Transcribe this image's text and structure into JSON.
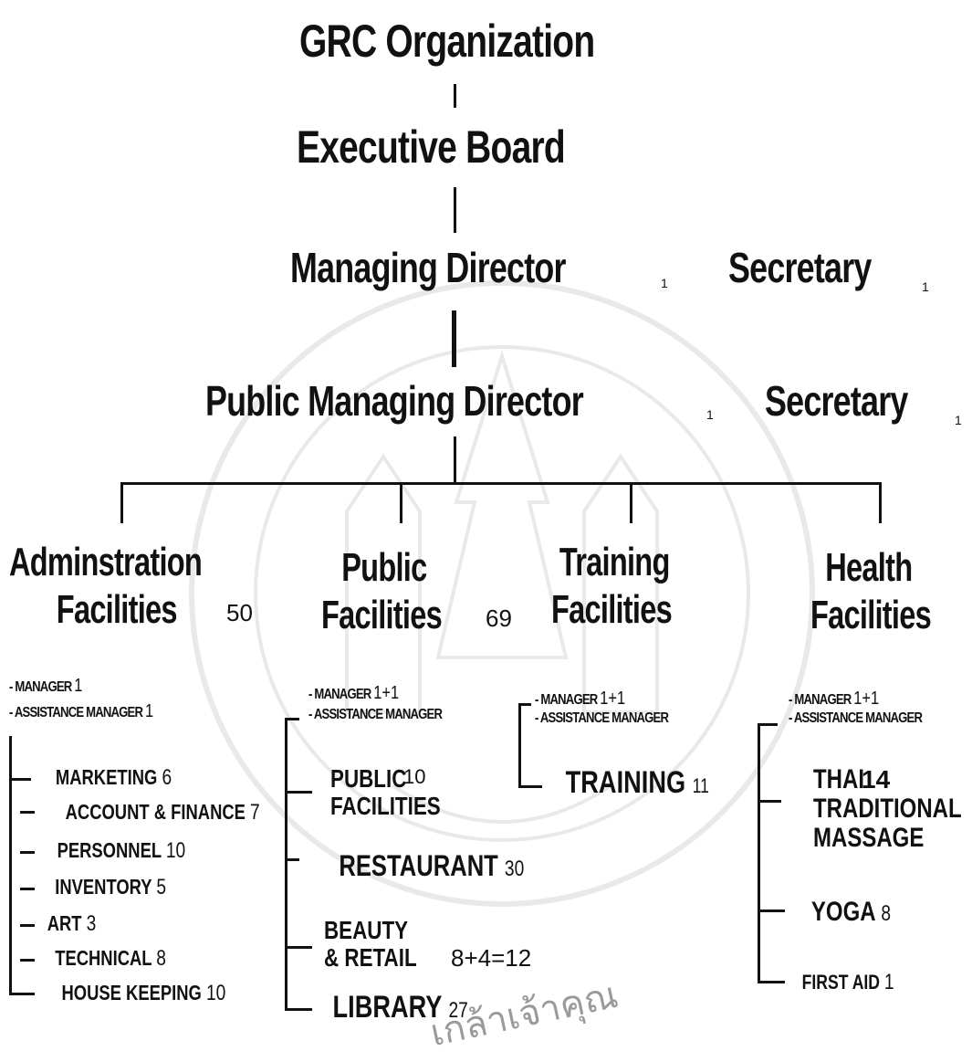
{
  "colors": {
    "ink": "#111111",
    "watermark": "#8a8a8a",
    "background": "#ffffff"
  },
  "root": "GRC Organization",
  "board": "Executive Board",
  "md": {
    "label": "Managing Director",
    "count": "1"
  },
  "md_secretary": {
    "label": "Secretary",
    "count": "1"
  },
  "pmd": {
    "label": "Public Managing Director",
    "count": "1"
  },
  "pmd_secretary": {
    "label": "Secretary",
    "count": "1"
  },
  "watermark_text": "เกล้าเจ้าคุณ",
  "departments": {
    "admin": {
      "line1": "Adminstration",
      "line2": "Facilities",
      "count": "50",
      "manager": "- MANAGER",
      "manager_count": "1",
      "assistant": "- ASSISTANCE MANAGER",
      "assistant_count": "1",
      "items": [
        {
          "label": "MARKETING",
          "count": "6"
        },
        {
          "label": "ACCOUNT & FINANCE",
          "count": "7"
        },
        {
          "label": "PERSONNEL",
          "count": "10"
        },
        {
          "label": "INVENTORY",
          "count": "5"
        },
        {
          "label": "ART",
          "count": "3"
        },
        {
          "label": "TECHNICAL",
          "count": "8"
        },
        {
          "label": "HOUSE KEEPING",
          "count": "10"
        }
      ]
    },
    "public": {
      "line1": "Public",
      "line2": "Facilities",
      "count": "69",
      "manager": "- MANAGER",
      "manager_count": "1+1",
      "assistant": "- ASSISTANCE MANAGER",
      "items": [
        {
          "label": "PUBLIC FACILITIES",
          "count": "10"
        },
        {
          "label": "RESTAURANT",
          "count": "30"
        },
        {
          "label": "BEAUTY & RETAIL",
          "count": "8+4=12"
        },
        {
          "label": "LIBRARY",
          "count": "27"
        }
      ]
    },
    "training": {
      "line1": "Training",
      "line2": "Facilities",
      "manager": "- MANAGER",
      "manager_count": "1+1",
      "assistant": "- ASSISTANCE MANAGER",
      "items": [
        {
          "label": "TRAINING",
          "count": "11"
        }
      ]
    },
    "health": {
      "line1": "Health",
      "line2": "Facilities",
      "manager": "- MANAGER",
      "manager_count": "1+1",
      "assistant": "- ASSISTANCE MANAGER",
      "items": [
        {
          "label": "THAI TRADITIONAL MASSAGE",
          "count": "14"
        },
        {
          "label": "YOGA",
          "count": "8"
        },
        {
          "label": "FIRST AID",
          "count": "1"
        }
      ]
    }
  }
}
